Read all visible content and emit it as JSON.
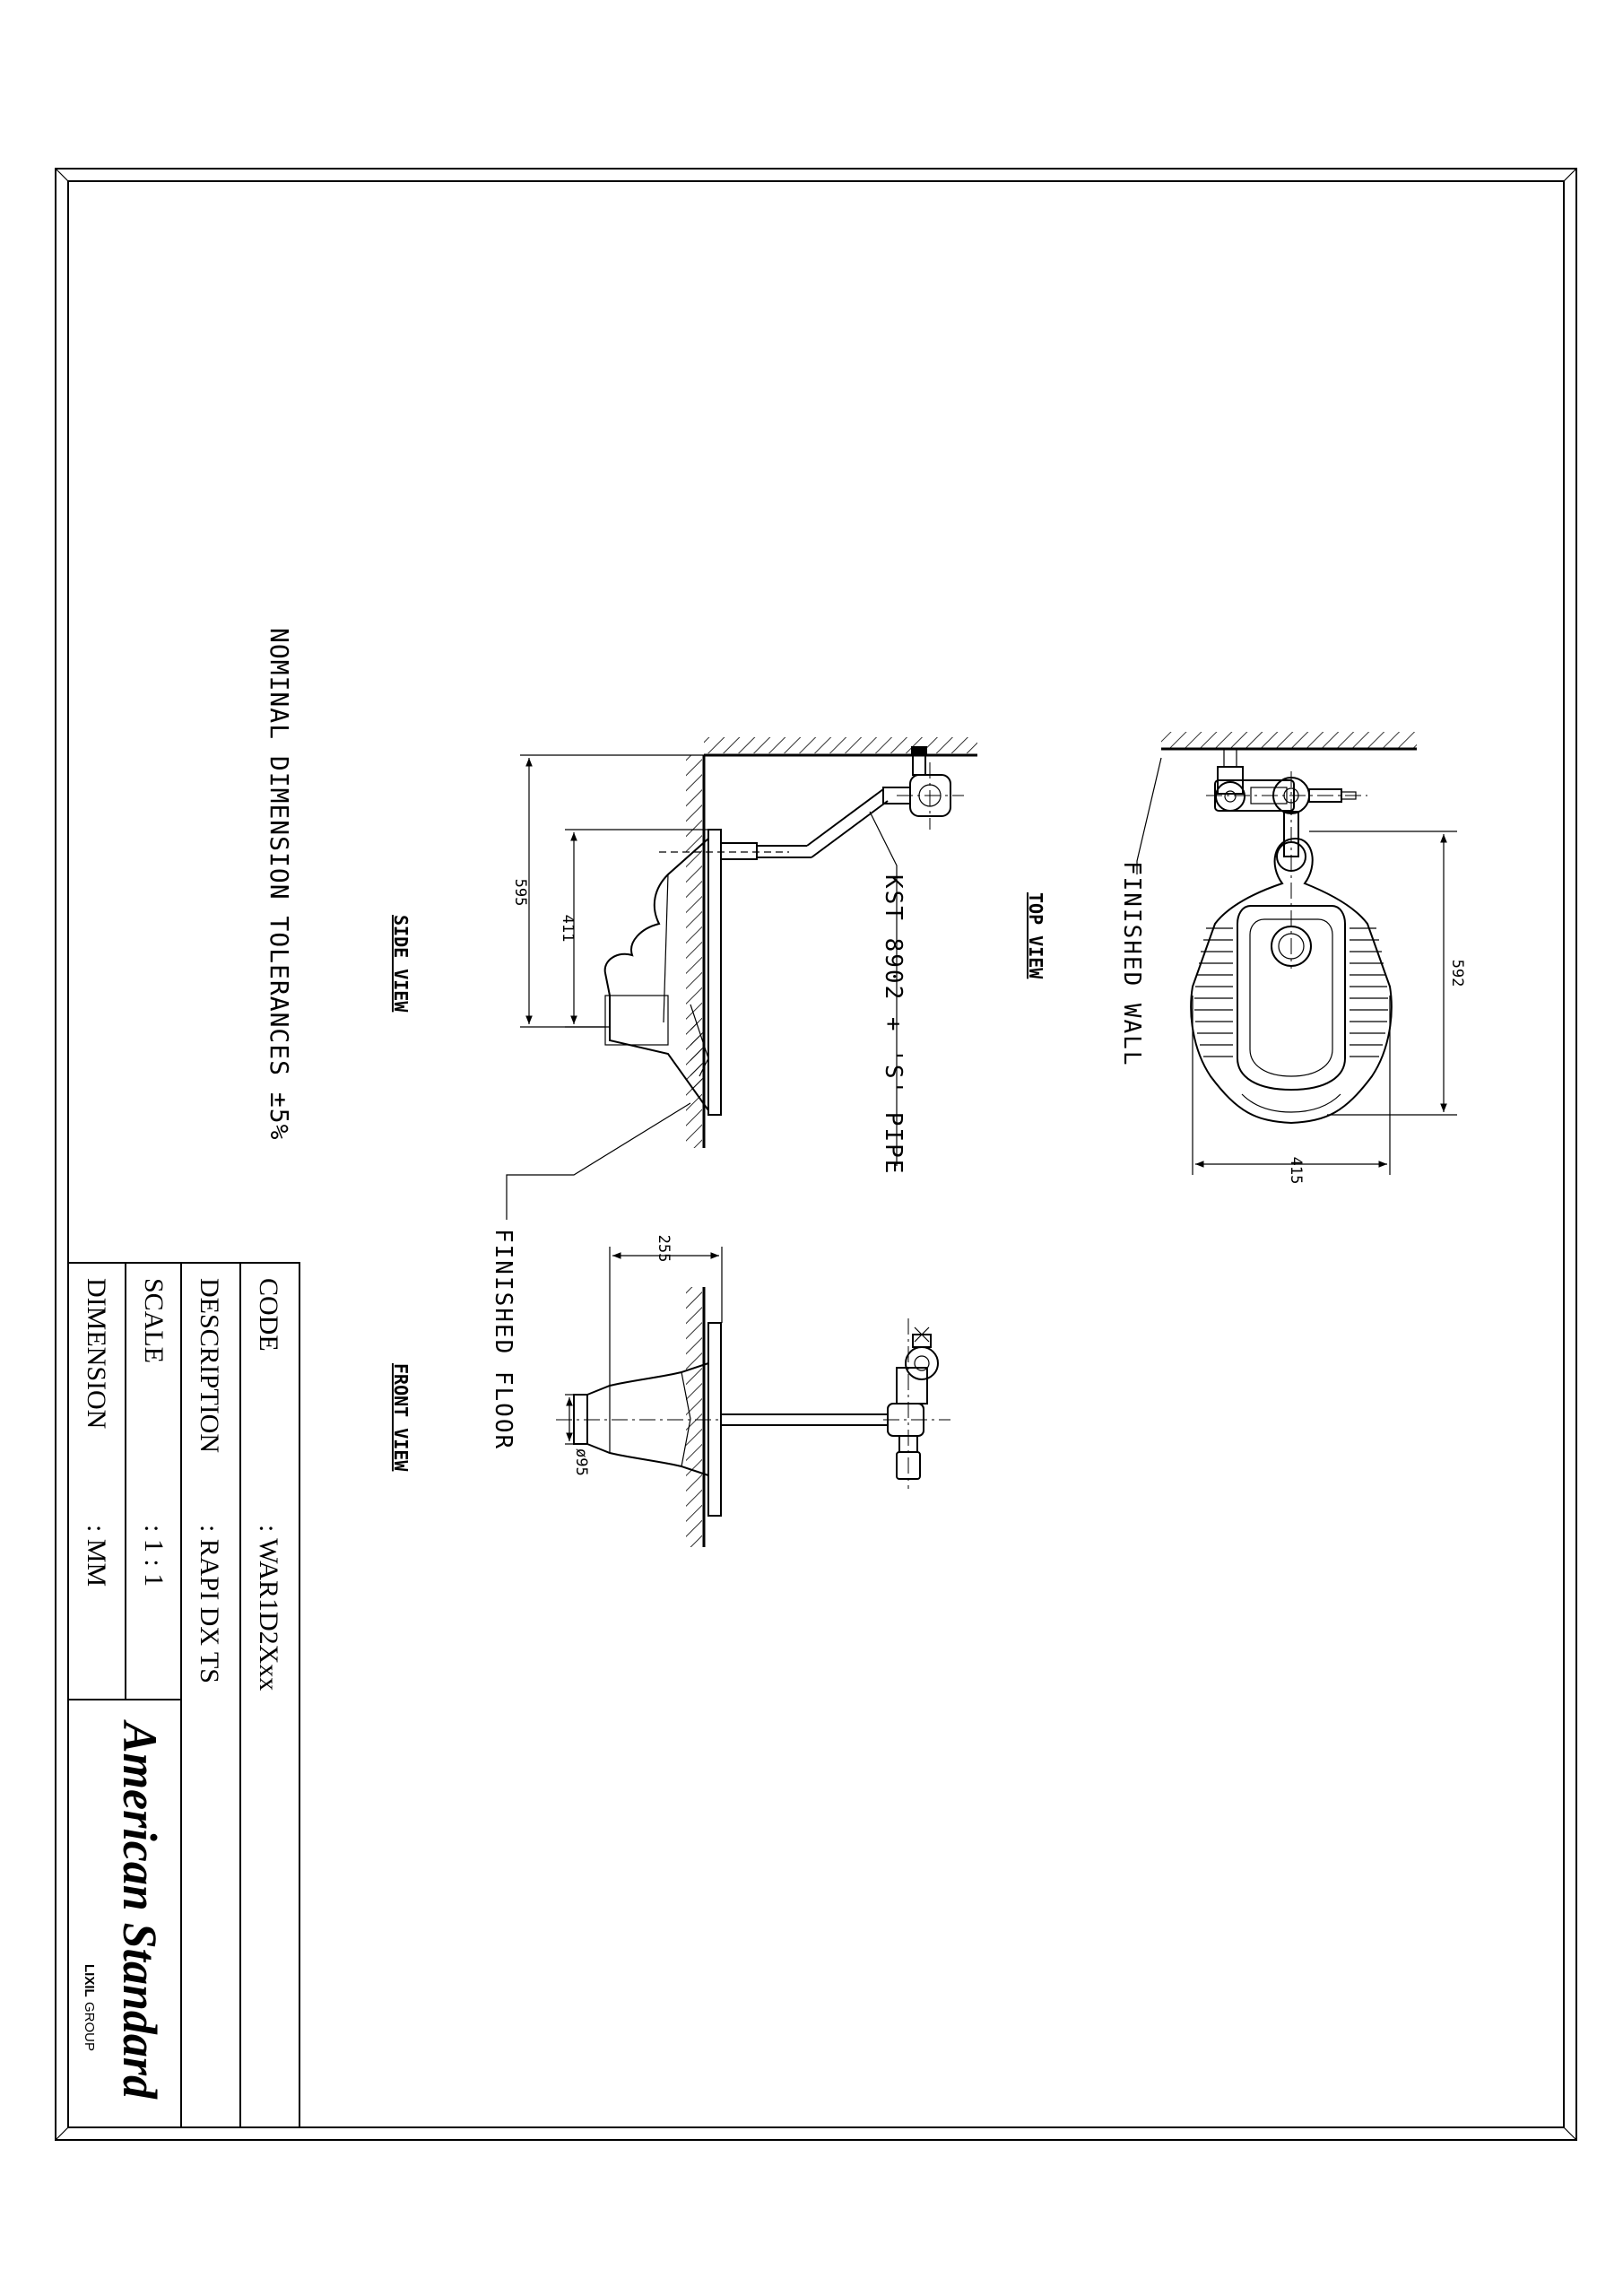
{
  "views": {
    "top": "TOP VIEW",
    "side": "SIDE VIEW",
    "front": "FRONT VIEW"
  },
  "notes": {
    "finished_wall": "FINISHED WALL",
    "finished_floor": "FINISHED FLOOR",
    "pipe": "KST 8902 + 'S' PIPE",
    "tolerance": "NOMINAL DIMENSION TOLERANCES ±5%"
  },
  "dimensions": {
    "top_length": "592",
    "top_width": "415",
    "side_height": "595",
    "side_inner": "411",
    "front_depth": "255",
    "front_outlet": "ø95"
  },
  "title_block": {
    "code_label": "CODE",
    "code_value": ": WAR1D2Xxx",
    "description_label": "DESCRIPTION",
    "description_value": ": RAPI DX TS",
    "scale_label": "SCALE",
    "scale_value": ": 1 : 1",
    "dimension_label": "DIMENSION",
    "dimension_value": ": MM"
  },
  "brand": {
    "name": "American Standard",
    "group": "GROUP",
    "group_prefix": "LIXIL",
    "accent_color": "#e8731f"
  }
}
